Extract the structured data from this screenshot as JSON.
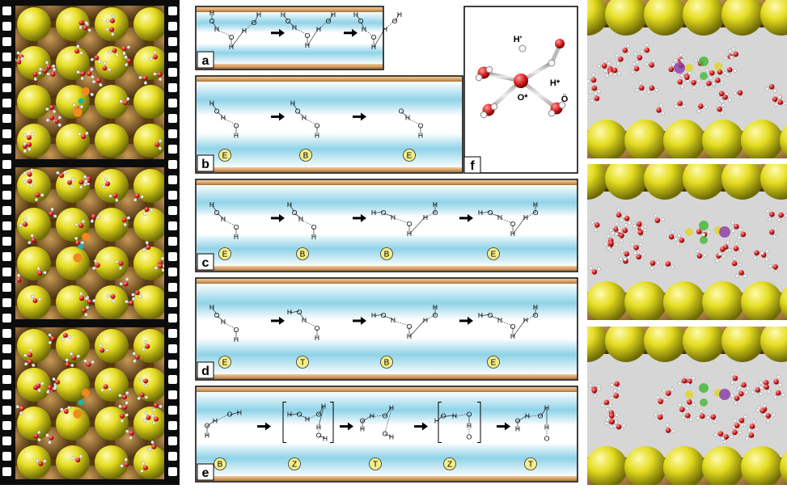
{
  "panels": {
    "a": {
      "letter": "a",
      "frames": [
        {
          "atoms": [
            [
              "H",
              0,
              -22
            ],
            [
              "O",
              0,
              -12
            ],
            [
              "H",
              6,
              -2
            ],
            [
              "O",
              24,
              8
            ],
            [
              "H",
              24,
              20
            ],
            [
              "H",
              40,
              0
            ],
            [
              "O",
              52,
              -10
            ],
            [
              "H",
              58,
              -20
            ]
          ]
        },
        {
          "atoms": [
            [
              "H",
              0,
              -20
            ],
            [
              "O",
              6,
              -12
            ],
            [
              "H",
              14,
              -4
            ],
            [
              "O",
              30,
              6
            ],
            [
              "H",
              30,
              18
            ],
            [
              "H",
              44,
              -2
            ],
            [
              "O",
              56,
              -12
            ],
            [
              "H",
              62,
              -20
            ]
          ]
        },
        {
          "atoms": [
            [
              "H",
              0,
              -20
            ],
            [
              "O",
              6,
              -12
            ],
            [
              "H",
              10,
              -2
            ],
            [
              "O",
              22,
              8
            ],
            [
              "H",
              22,
              20
            ],
            [
              "H",
              36,
              -2
            ],
            [
              "O",
              48,
              -12
            ],
            [
              "H",
              54,
              -20
            ]
          ]
        }
      ]
    },
    "b": {
      "letter": "b",
      "frames": [
        {
          "atoms": [
            [
              "H",
              0,
              -14
            ],
            [
              "O",
              6,
              -4
            ],
            [
              "H",
              14,
              4
            ],
            [
              "O",
              30,
              14
            ],
            [
              "H",
              30,
              26
            ]
          ],
          "state": "E"
        },
        {
          "atoms": [
            [
              "H",
              0,
              -14
            ],
            [
              "O",
              6,
              -4
            ],
            [
              "H",
              14,
              4
            ],
            [
              "O",
              30,
              14
            ],
            [
              "H",
              30,
              26
            ]
          ],
          "state": "B"
        },
        {
          "atoms": [
            [
              "O",
              6,
              -4
            ],
            [
              "H",
              14,
              4
            ],
            [
              "O",
              30,
              14
            ],
            [
              "H",
              30,
              26
            ]
          ],
          "state": "E"
        }
      ]
    },
    "c": {
      "letter": "c",
      "frames": [
        {
          "atoms": [
            [
              "H",
              0,
              -14
            ],
            [
              "O",
              6,
              -4
            ],
            [
              "H",
              14,
              4
            ],
            [
              "O",
              30,
              14
            ],
            [
              "H",
              30,
              26
            ]
          ],
          "state": "E"
        },
        {
          "atoms": [
            [
              "H",
              0,
              -14
            ],
            [
              "O",
              6,
              -4
            ],
            [
              "H",
              14,
              4
            ],
            [
              "O",
              30,
              14
            ],
            [
              "H",
              30,
              26
            ]
          ],
          "state": "B"
        },
        {
          "atoms": [
            [
              "H",
              0,
              -4
            ],
            [
              "O",
              12,
              -4
            ],
            [
              "H",
              24,
              2
            ],
            [
              "O",
              44,
              10
            ],
            [
              "H",
              44,
              22
            ],
            [
              "H",
              64,
              2
            ],
            [
              "O",
              76,
              -4
            ],
            [
              "H",
              76,
              -14
            ]
          ],
          "state": "B"
        },
        {
          "atoms": [
            [
              "H",
              0,
              -4
            ],
            [
              "O",
              12,
              -4
            ],
            [
              "H",
              24,
              2
            ],
            [
              "O",
              40,
              10
            ],
            [
              "H",
              40,
              22
            ],
            [
              "H",
              56,
              2
            ],
            [
              "O",
              68,
              -4
            ],
            [
              "H",
              68,
              -14
            ]
          ],
          "state": "E"
        }
      ]
    },
    "d": {
      "letter": "d",
      "frames": [
        {
          "atoms": [
            [
              "H",
              0,
              -14
            ],
            [
              "O",
              6,
              -4
            ],
            [
              "H",
              14,
              4
            ],
            [
              "O",
              30,
              14
            ],
            [
              "H",
              30,
              26
            ]
          ],
          "state": "E"
        },
        {
          "atoms": [
            [
              "H",
              0,
              -8
            ],
            [
              "O",
              12,
              -8
            ],
            [
              "H",
              18,
              2
            ],
            [
              "O",
              34,
              12
            ],
            [
              "H",
              34,
              24
            ]
          ],
          "state": "T"
        },
        {
          "atoms": [
            [
              "H",
              0,
              -4
            ],
            [
              "O",
              12,
              -4
            ],
            [
              "H",
              24,
              2
            ],
            [
              "O",
              44,
              10
            ],
            [
              "H",
              44,
              22
            ],
            [
              "H",
              64,
              2
            ],
            [
              "O",
              76,
              -4
            ],
            [
              "H",
              76,
              -14
            ]
          ],
          "state": "B"
        },
        {
          "atoms": [
            [
              "H",
              0,
              -4
            ],
            [
              "O",
              12,
              -4
            ],
            [
              "H",
              24,
              2
            ],
            [
              "O",
              40,
              10
            ],
            [
              "H",
              40,
              22
            ],
            [
              "H",
              56,
              2
            ],
            [
              "O",
              68,
              -4
            ],
            [
              "H",
              68,
              -14
            ]
          ],
          "state": "E"
        }
      ]
    },
    "e": {
      "letter": "e",
      "frames": [
        {
          "atoms": [
            [
              "H",
              0,
              14
            ],
            [
              "O",
              0,
              2
            ],
            [
              "H",
              10,
              -4
            ],
            [
              "O",
              28,
              -12
            ],
            [
              "H",
              40,
              -14
            ]
          ],
          "state": "B"
        },
        {
          "atoms": [
            [
              "H",
              10,
              -12
            ],
            [
              "O",
              22,
              -12
            ],
            [
              "H",
              32,
              -6
            ],
            [
              "O",
              46,
              -12
            ],
            [
              "H",
              52,
              -22
            ],
            [
              "H",
              46,
              4
            ],
            [
              "O",
              46,
              14
            ],
            [
              "H",
              54,
              18
            ]
          ],
          "state": "Z",
          "bracket": true
        },
        {
          "atoms": [
            [
              "H",
              0,
              6
            ],
            [
              "O",
              0,
              -4
            ],
            [
              "H",
              12,
              -10
            ],
            [
              "O",
              28,
              -10
            ],
            [
              "H",
              36,
              -20
            ],
            [
              "O",
              28,
              12
            ],
            [
              "H",
              36,
              16
            ]
          ],
          "state": "T"
        },
        {
          "atoms": [
            [
              "H",
              0,
              -4
            ],
            [
              "O",
              8,
              -10
            ],
            [
              "H",
              22,
              -10
            ],
            [
              "O",
              40,
              -12
            ],
            [
              "H",
              40,
              2
            ],
            [
              "O",
              40,
              16
            ]
          ],
          "state": "Z",
          "bracket": true
        },
        {
          "atoms": [
            [
              "H",
              0,
              6
            ],
            [
              "O",
              0,
              -4
            ],
            [
              "H",
              12,
              -10
            ],
            [
              "O",
              28,
              -10
            ],
            [
              "H",
              36,
              -20
            ],
            [
              "H",
              36,
              4
            ],
            [
              "O",
              36,
              18
            ]
          ],
          "state": "T"
        }
      ]
    },
    "f": {
      "letter": "f",
      "labels": {
        "hprime": "H'",
        "ostar": "O*",
        "hstar": "H*",
        "odot": "Ö"
      }
    }
  },
  "colors": {
    "water_blue": "#8fd3e8",
    "gold_bar": "#d9a56b",
    "gold_bar_dark": "#a86f35",
    "state_fill": "#f4ee8a",
    "atom_red": "#d81e1e",
    "atom_white": "#f2f2f2",
    "sulfur_yellow": "#e4dc20",
    "metal_brown": "#7a4f1c",
    "film_black": "#0c0c0c"
  },
  "film_frames": [
    {
      "highlight_atoms": [
        "orange",
        "teal",
        "orange"
      ]
    },
    {
      "highlight_atoms": [
        "orange",
        "teal",
        "orange"
      ]
    },
    {
      "highlight_atoms": [
        "orange",
        "teal",
        "orange"
      ]
    }
  ],
  "side_frames": [
    {
      "highlight": "purple-green"
    },
    {
      "highlight": "green-purple"
    },
    {
      "highlight": "green-purple"
    }
  ]
}
